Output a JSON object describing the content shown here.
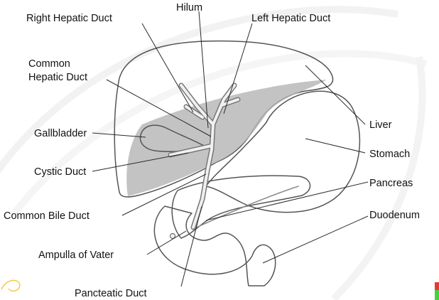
{
  "diagram": {
    "labels": {
      "right_hepatic_duct": "Right Hepatic Duct",
      "hilum": "Hilum",
      "left_hepatic_duct": "Left Hepatic Duct",
      "common_hepatic_duct_line1": "Common",
      "common_hepatic_duct_line2": "Hepatic Duct",
      "liver": "Liver",
      "gallbladder": "Gallbladder",
      "stomach": "Stomach",
      "cystic_duct": "Cystic Duct",
      "pancreas": "Pancreas",
      "common_bile_duct": "Common Bile Duct",
      "duodenum": "Duodenum",
      "ampulla_of_vater": "Ampulla of Vater",
      "pancreatic_duct": "Pancteatic Duct"
    },
    "colors": {
      "liver_fill": "#d2d2d2",
      "liver_lower_fill": "#b4b4b4",
      "stomach_fill": "#dcdcdc",
      "gallbladder_fill": "#c8c8c8",
      "pancreas_fill": "#e6e6e6",
      "duodenum_fill": "#d4d4d4",
      "duct_color": "#f0f0f0",
      "swirl_color": "#e6e6e6",
      "corner_red": "#e53935",
      "corner_green": "#43d33b"
    }
  }
}
